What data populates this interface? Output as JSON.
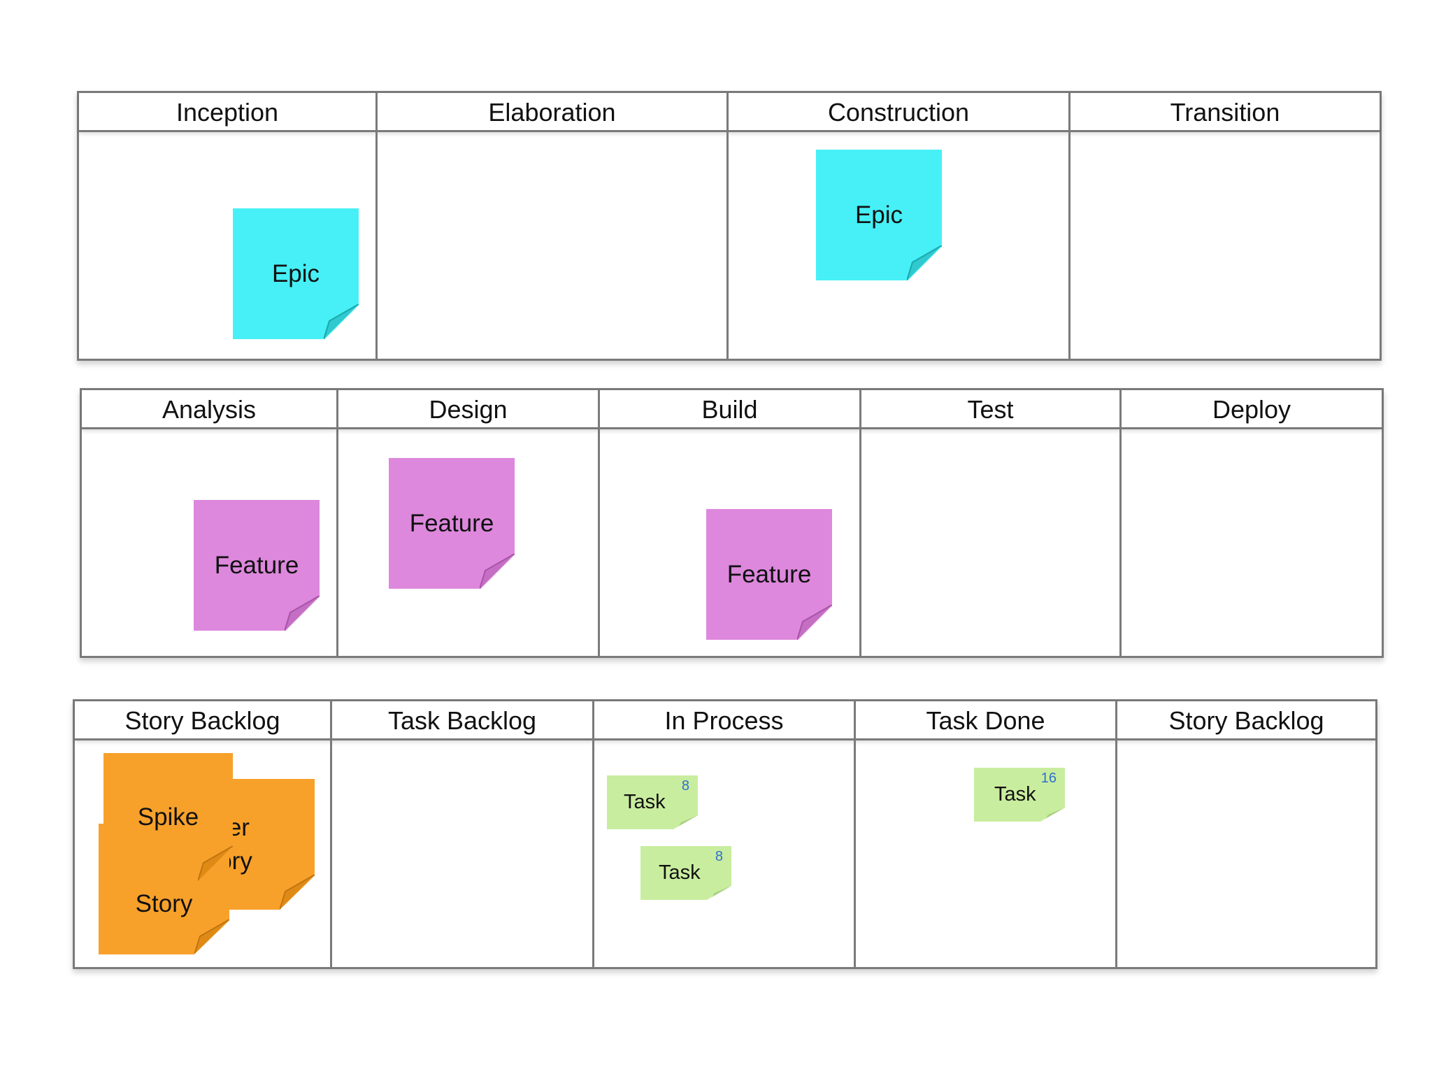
{
  "boards": {
    "phases": {
      "columns": [
        "Inception",
        "Elaboration",
        "Construction",
        "Transition"
      ],
      "notes": [
        "Epic",
        "Epic"
      ]
    },
    "workflow": {
      "columns": [
        "Analysis",
        "Design",
        "Build",
        "Test",
        "Deploy"
      ],
      "notes": [
        "Feature",
        "Feature",
        "Feature"
      ]
    },
    "iteration": {
      "columns": [
        "Story Backlog",
        "Task Backlog",
        "In Process",
        "Task Done",
        "Story Backlog"
      ],
      "story_notes": [
        "Spike",
        "User Story",
        "Story"
      ],
      "tasks": [
        {
          "label": "Task",
          "points": "8"
        },
        {
          "label": "Task",
          "points": "8"
        },
        {
          "label": "Task",
          "points": "16"
        }
      ]
    }
  },
  "colors": {
    "epic": "#46f0f6",
    "feature": "#dd88dd",
    "story": "#f7a12b",
    "task": "#c9ed9f",
    "points": "#2f6fd0",
    "border": "#7a7a7a"
  }
}
